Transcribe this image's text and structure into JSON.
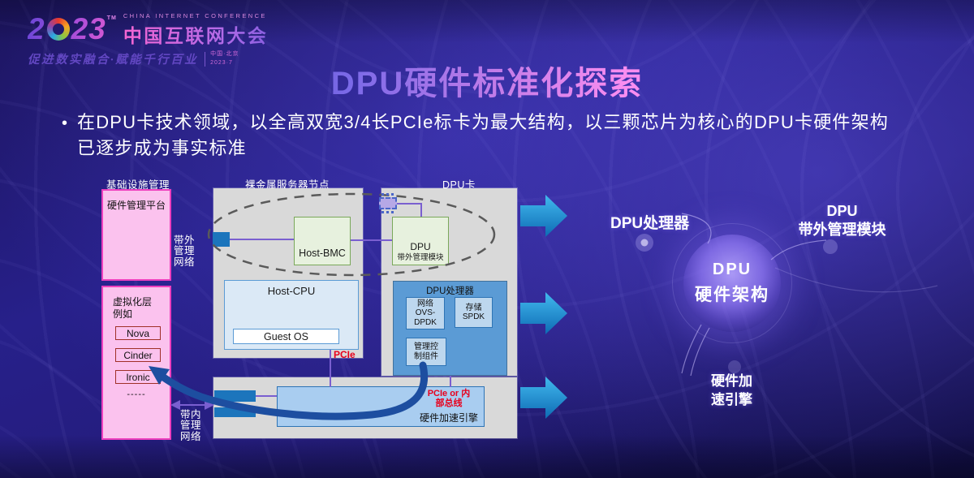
{
  "logo": {
    "year_prefix": "2",
    "year_suffix": "23",
    "trademark": "TM",
    "conference_en": "CHINA INTERNET CONFERENCE",
    "conference_zh": "中国互联网大会",
    "tagline": "促进数实融合·赋能千行百业",
    "location": "中国·北京",
    "edition": "2023·7"
  },
  "title": "DPU硬件标准化探索",
  "bullet": {
    "marker": "•",
    "line1": "在DPU卡技术领域，以全高双宽3/4长PCIe标卡为最大结构，以三颗芯片为核心的DPU卡硬件架构",
    "line2": "已逐步成为事实标准"
  },
  "diagram": {
    "infra_label": "基础设施管理",
    "hw_platform": "硬件管理平台",
    "virt_layer": [
      "虚拟化层",
      "例如"
    ],
    "virt_items": [
      "Nova",
      "Cinder",
      "Ironic"
    ],
    "virt_more": "-----",
    "oob_net": [
      "带外",
      "管理",
      "网络"
    ],
    "inband_net": [
      "带内",
      "管理",
      "网络"
    ],
    "server_label": "裸金属服务器节点",
    "host_bmc": "Host-BMC",
    "host_cpu": "Host-CPU",
    "guest_os": "Guest OS",
    "pcie": "PCIe",
    "dpu_card_label": "DPU卡",
    "dpu_oob": [
      "DPU",
      "带外管理模块"
    ],
    "dpu_processor": "DPU处理器",
    "net_component": [
      "网络",
      "OVS-",
      "DPDK"
    ],
    "storage_component": [
      "存储",
      "SPDK"
    ],
    "mgmt_component": [
      "管理控",
      "制组件"
    ],
    "bus": [
      "PCIe or 内",
      "部总线"
    ],
    "accel_engine": "硬件加速引擎"
  },
  "summary": {
    "processor": "DPU处理器",
    "oob": [
      "DPU",
      "带外管理模块"
    ],
    "bubble": [
      "DPU",
      "硬件架构"
    ],
    "accel": [
      "硬件加",
      "速引擎"
    ]
  },
  "colors": {
    "background": "#241c7c",
    "title_gradient_start": "#7b6ae8",
    "title_gradient_end": "#f98df0",
    "pink_fill": "#fbc2ee",
    "pink_border": "#ee3fbe",
    "gray_fill": "#d9d9d9",
    "green_fill": "#e7f1de",
    "green_border": "#7aa85a",
    "processor_fill": "#5b9bd5",
    "component_fill": "#bdd7ee",
    "accel_fill": "#a9cdf0",
    "port_blue": "#1c75bc",
    "wire_purple": "#7a5fd0",
    "flow_arrow_blue": "#1e9ad6",
    "curve_arrow_blue": "#1d4ea0",
    "alert_red": "#e8001c"
  }
}
